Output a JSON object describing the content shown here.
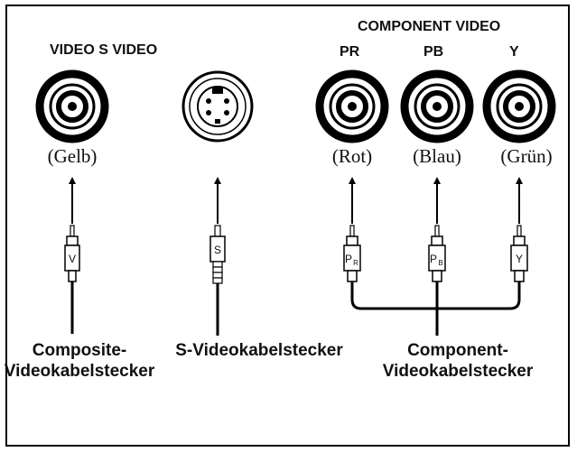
{
  "headers": {
    "video_s_video": "VIDEO S VIDEO",
    "component_video": "COMPONENT VIDEO",
    "pr": "PR",
    "pb": "PB",
    "y": "Y"
  },
  "jack_colors": {
    "composite": "(Gelb)",
    "pr": "(Rot)",
    "pb": "(Blau)",
    "y": "(Grün)"
  },
  "plug_labels": {
    "composite": "V",
    "s_video": "S",
    "pr_main": "P",
    "pr_sub": "R",
    "pb_main": "P",
    "pb_sub": "B",
    "y": "Y"
  },
  "captions": {
    "composite_line1": "Composite-",
    "composite_line2": "Videokabelstecker",
    "s_video": "S-Videokabelstecker",
    "component_line1": "Component-",
    "component_line2": "Videokabelstecker"
  }
}
